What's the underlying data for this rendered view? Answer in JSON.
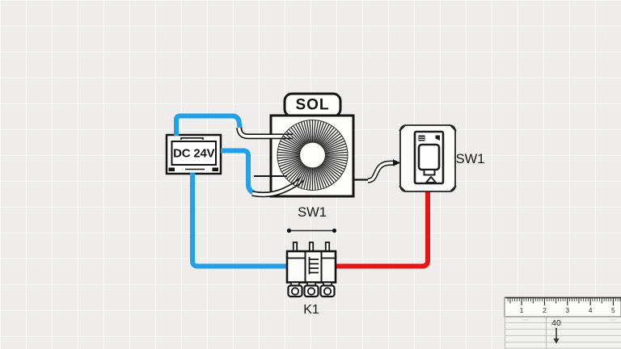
{
  "diagram": {
    "power_supply": {
      "label": "DC 24V"
    },
    "solenoid": {
      "tag": "SOL",
      "ref_label": "SW1"
    },
    "switch": {
      "ref_label": "SW1"
    },
    "relay": {
      "ref_label": "K1"
    }
  },
  "ruler": {
    "numbers": [
      "1",
      "2",
      "3",
      "4",
      "5"
    ],
    "annotation": "40"
  },
  "colors": {
    "wire_blue": "#23a0ea",
    "wire_red": "#e91414",
    "ink": "#141414",
    "background": "#eeedeb"
  }
}
